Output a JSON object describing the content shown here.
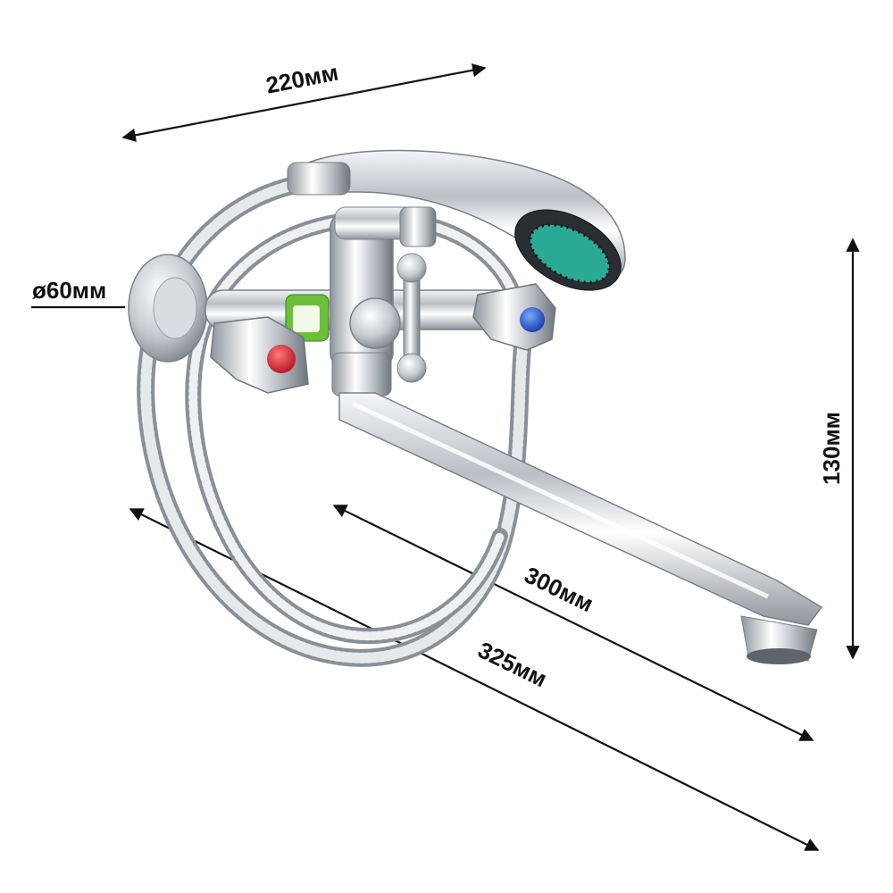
{
  "dimensions": {
    "top_width": "220мм",
    "flange_diameter": "ø60мм",
    "height": "130мм",
    "spout_length": "300мм",
    "total_length": "325мм"
  },
  "colors": {
    "hot_handle": "#d92030",
    "cold_handle": "#1a55c8",
    "chrome": "#c8cdd2",
    "label_sticker": "#6cbf3a",
    "shower_nozzles": "#2ab8a0"
  }
}
